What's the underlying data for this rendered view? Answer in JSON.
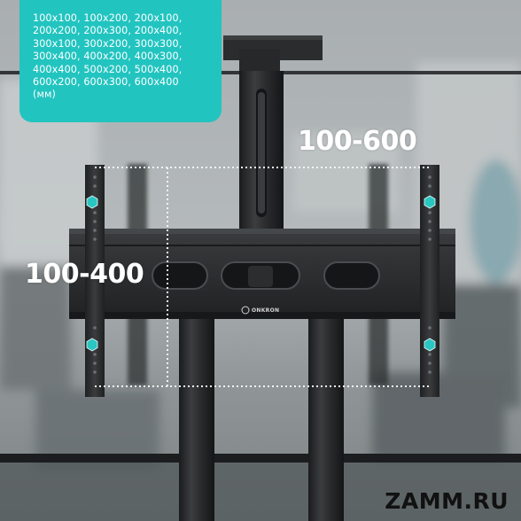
{
  "info_card": {
    "lines": [
      "100x100, 100x200, 200x100,",
      "200x200, 200x300, 200x400,",
      "300x100, 300x200, 300x300,",
      "300x400, 400x200, 400x300,",
      "400x400, 500x200, 500x400,",
      "600x200, 600x300, 600x400",
      "(мм)"
    ]
  },
  "dimensions": {
    "horizontal": "100-600",
    "vertical": "100-400"
  },
  "brand": "ONKRON",
  "watermark": "ZAMM.RU",
  "colors": {
    "accent_teal": "#22c4c0",
    "mount_metal": "#2a2c2e",
    "background": "#9ea4a6"
  }
}
